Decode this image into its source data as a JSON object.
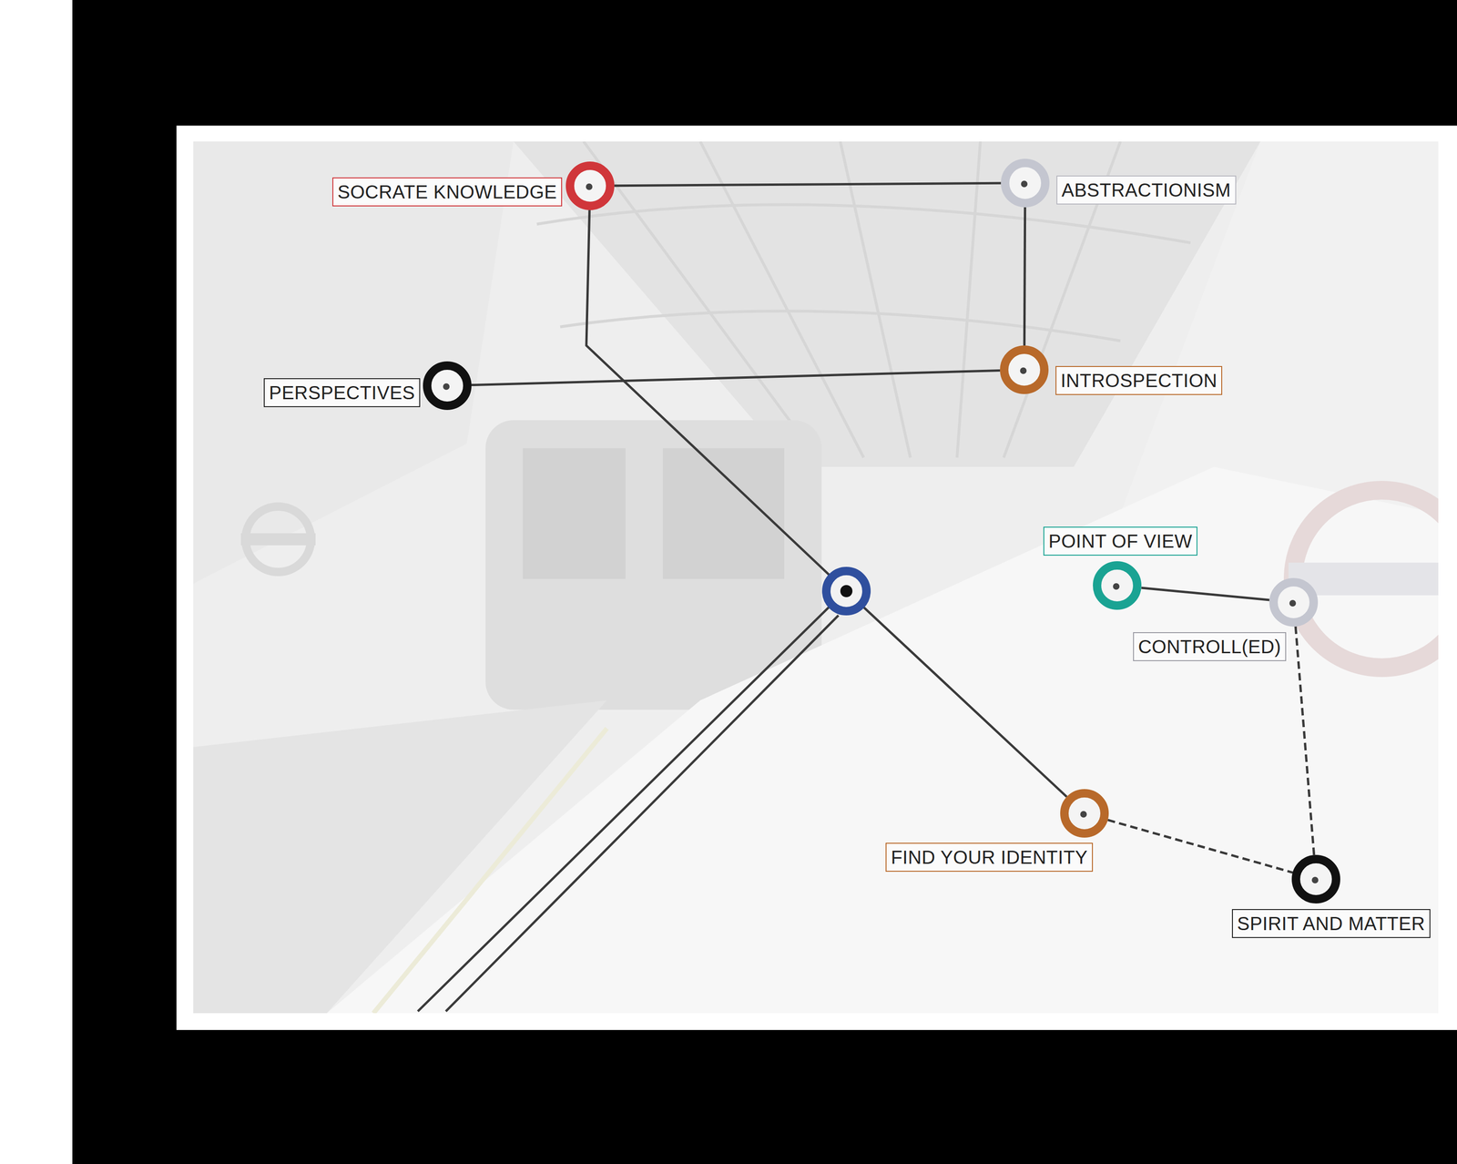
{
  "diagram": {
    "nodes": [
      {
        "text": [
          "SOCRATE KNOWLEDGE"
        ]
      },
      {
        "text": [
          "ABSTRACTIONISM"
        ]
      },
      {
        "text": [
          "PERSPECTIVES"
        ]
      },
      {
        "text": [
          "INTROSPECTION"
        ]
      },
      {
        "text": [
          "POINT OF VIEW"
        ]
      },
      {
        "text": [
          "CONTROLL(ED)"
        ]
      },
      {
        "text": [
          "FIND YOUR IDENTITY"
        ]
      },
      {
        "text": [
          "SPIRIT AND MATTER"
        ]
      }
    ],
    "edges": [
      {
        "from": 0,
        "to": 1,
        "arrow": "none"
      },
      {
        "from": 1,
        "to": 3,
        "arrow": "none"
      },
      {
        "from": 2,
        "to": 3,
        "arrow": "none"
      },
      {
        "from": 0,
        "to": 6,
        "arrow": "none"
      },
      {
        "from": 6,
        "to": 7,
        "arrow": "none"
      },
      {
        "from": 4,
        "to": 5,
        "arrow": "none"
      },
      {
        "from": 5,
        "to": 7,
        "arrow": "none"
      }
    ]
  }
}
